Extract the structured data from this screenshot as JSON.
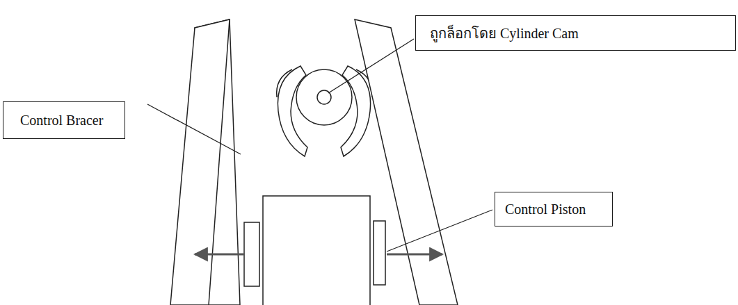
{
  "diagram": {
    "nodes": [
      {
        "text": [
          "ถูกล็อกโดย Cylinder Cam"
        ]
      },
      {
        "text": [
          "Control Bracer"
        ]
      },
      {
        "text": [
          "Control Piston"
        ]
      }
    ]
  }
}
